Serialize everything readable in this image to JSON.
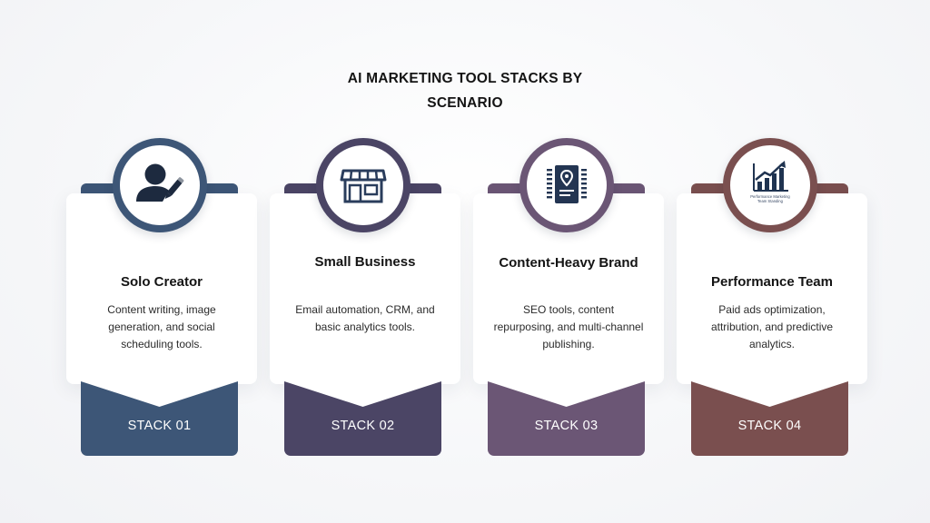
{
  "title": {
    "line1": "AI MARKETING TOOL STACKS BY",
    "line2": "SCENARIO"
  },
  "cards": [
    {
      "title": "Solo Creator",
      "description": "Content writing, image generation, and social scheduling tools.",
      "stack": "STACK 01",
      "icon": "person-pencil-icon",
      "color": "#3d5677"
    },
    {
      "title": "Small Business",
      "description": "Email automation, CRM, and basic analytics tools.",
      "stack": "STACK 02",
      "icon": "storefront-icon",
      "color": "#4b4565"
    },
    {
      "title": "Content-Heavy Brand",
      "description": "SEO tools, content repurposing, and multi-channel publishing.",
      "stack": "STACK 03",
      "icon": "document-location-icon",
      "color": "#6b5675"
    },
    {
      "title": "Performance Team",
      "description": "Paid ads optimization, attribution, and predictive analytics.",
      "stack": "STACK 04",
      "icon": "growth-chart-icon",
      "icon_caption_line1": "Performance Marketing",
      "icon_caption_line2": "Team Standing",
      "color": "#7a4f4f"
    }
  ]
}
